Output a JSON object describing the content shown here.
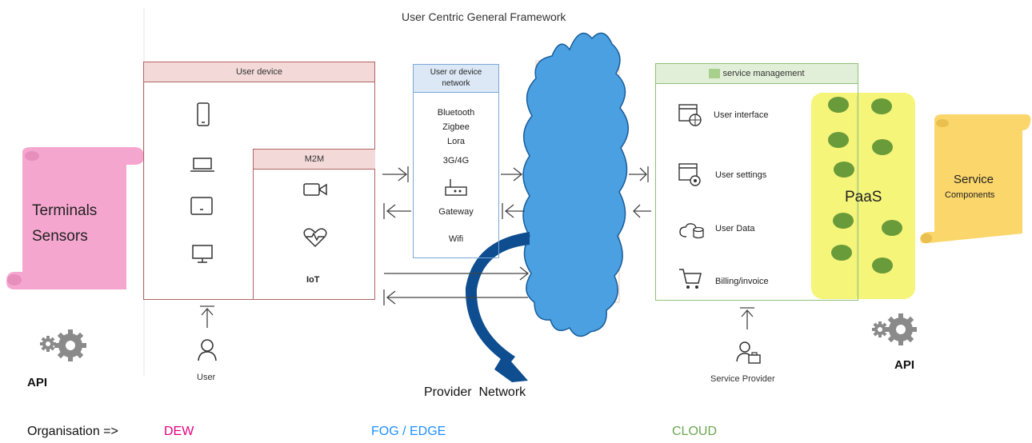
{
  "title": "User Centric General Framework",
  "terminals": {
    "line1": "Terminals",
    "line2": "Sensors"
  },
  "api_left": "API",
  "api_right": "API",
  "user_device": {
    "header": "User device",
    "m2m_header": "M2M",
    "iot_label": "IoT",
    "icons": [
      "phone-icon",
      "laptop-icon",
      "tablet-icon",
      "monitor-icon",
      "camera-icon",
      "heart-pulse-icon"
    ]
  },
  "user_label": "User",
  "network": {
    "header_line1": "User  or device",
    "header_line2": "network",
    "items": [
      "Bluetooth",
      "Zigbee",
      "Lora",
      "3G/4G",
      "Gateway",
      "Wifi"
    ]
  },
  "provider_network": "Provider  Network",
  "service_management": {
    "header": "service management",
    "items": [
      "User interface",
      "User settings",
      "User Data",
      "Billing/invoice"
    ]
  },
  "service_provider_label": "Service Provider",
  "paas_label": "PaaS",
  "service_components": {
    "line1": "Service",
    "line2": "Components"
  },
  "organisation": {
    "label": "Organisation =>",
    "dew": "DEW",
    "fog": "FOG / EDGE",
    "cloud": "CLOUD"
  },
  "colors": {
    "dew": "#e6007e",
    "fog": "#1e90ff",
    "cloud": "#6aa84f",
    "cloud_fill": "#4aa0e0",
    "paas": "#f5f57a",
    "pink_scroll": "#f4a6cf",
    "yellow_scroll": "#fbd66b",
    "green_dot": "#6a9b3a"
  }
}
